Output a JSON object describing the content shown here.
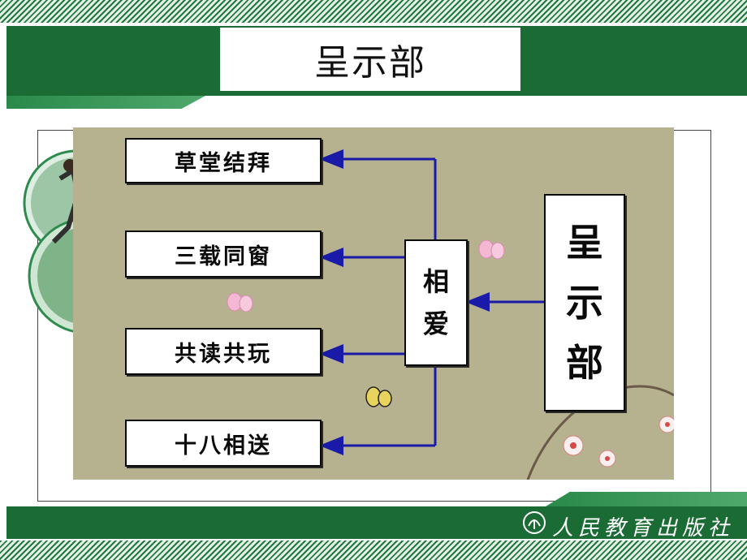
{
  "slide": {
    "title": "呈示部"
  },
  "diagram": {
    "main_label": "呈示部",
    "main_chars": [
      "呈",
      "示",
      "部"
    ],
    "middle_label": "相爱",
    "middle_chars": [
      "相",
      "爱"
    ],
    "items": [
      "草堂结拜",
      "三载同窗",
      "共读共玩",
      "十八相送"
    ]
  },
  "footer": {
    "publisher": "人民教育出版社"
  },
  "colors": {
    "band_green": "#1a6b34",
    "panel_tan": "#b6b28f",
    "arrow_blue": "#1a1aa8"
  },
  "icons": [
    "butterfly-pink",
    "butterfly-yellow",
    "flower",
    "publisher-logo"
  ]
}
